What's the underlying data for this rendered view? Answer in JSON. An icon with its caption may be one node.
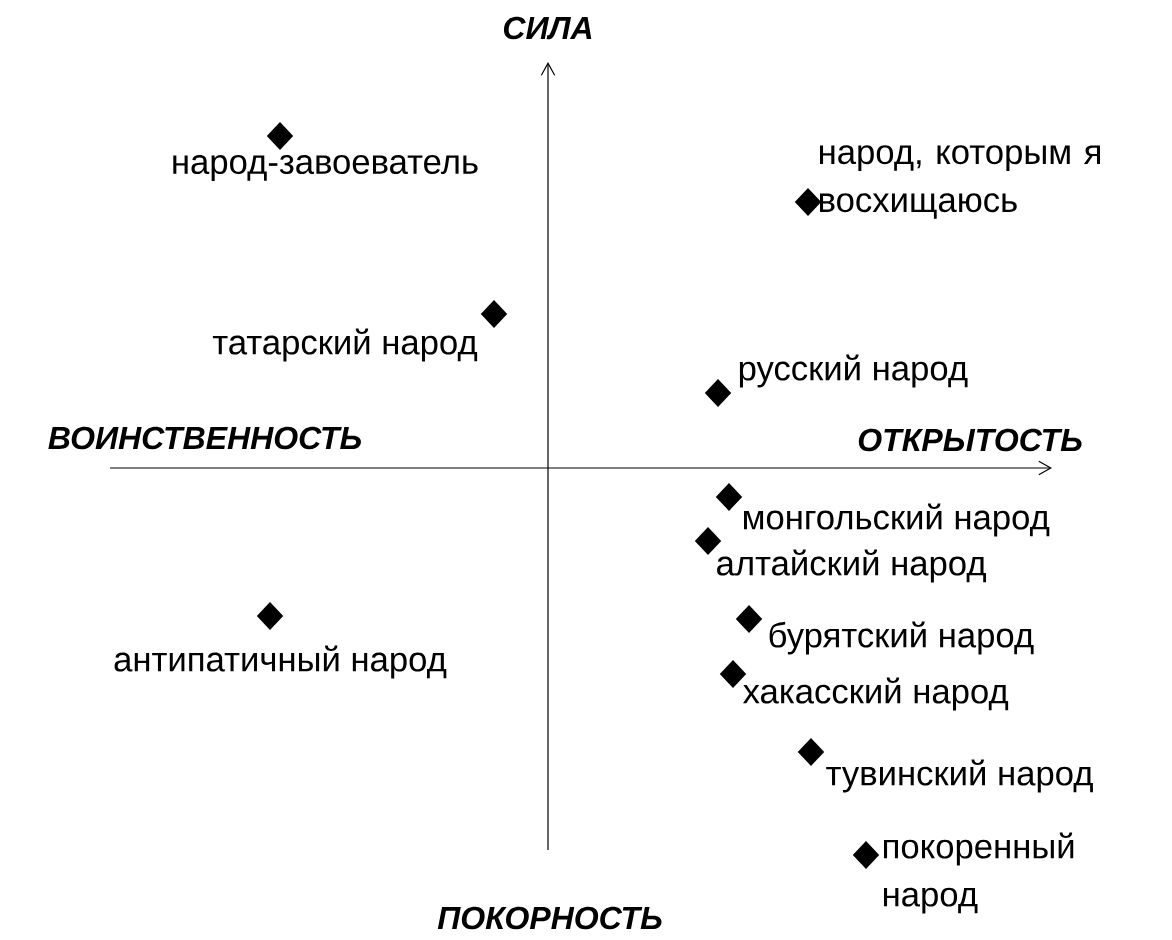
{
  "diagram": {
    "nodes": [
      {
        "text": [],
        "shape": "diamond",
        "beside": [
          "народ-завоеватель"
        ]
      },
      {
        "text": [],
        "shape": "diamond",
        "beside": [
          "народ, которым я восхищаюсь"
        ]
      },
      {
        "text": [],
        "shape": "diamond",
        "beside": [
          "татарский народ"
        ]
      },
      {
        "text": [],
        "shape": "diamond",
        "beside": [
          "русский народ"
        ]
      },
      {
        "text": [],
        "shape": "diamond",
        "beside": [
          "монгольский народ"
        ]
      },
      {
        "text": [],
        "shape": "diamond",
        "beside": [
          "алтайский народ"
        ]
      },
      {
        "text": [],
        "shape": "diamond",
        "beside": [
          "антипатичный народ"
        ]
      },
      {
        "text": [],
        "shape": "diamond",
        "beside": [
          "бурятский народ"
        ]
      },
      {
        "text": [],
        "shape": "diamond",
        "beside": [
          "хакасский народ"
        ]
      },
      {
        "text": [],
        "shape": "diamond",
        "beside": [
          "тувинский народ"
        ]
      },
      {
        "text": [],
        "shape": "diamond",
        "beside": [
          "покоренный народ"
        ]
      }
    ],
    "labels": [
      "СИЛА",
      "ВОИНСТВЕННОСТЬ",
      "ОТКРЫТОСТЬ",
      "ПОКОРНОСТЬ"
    ]
  }
}
